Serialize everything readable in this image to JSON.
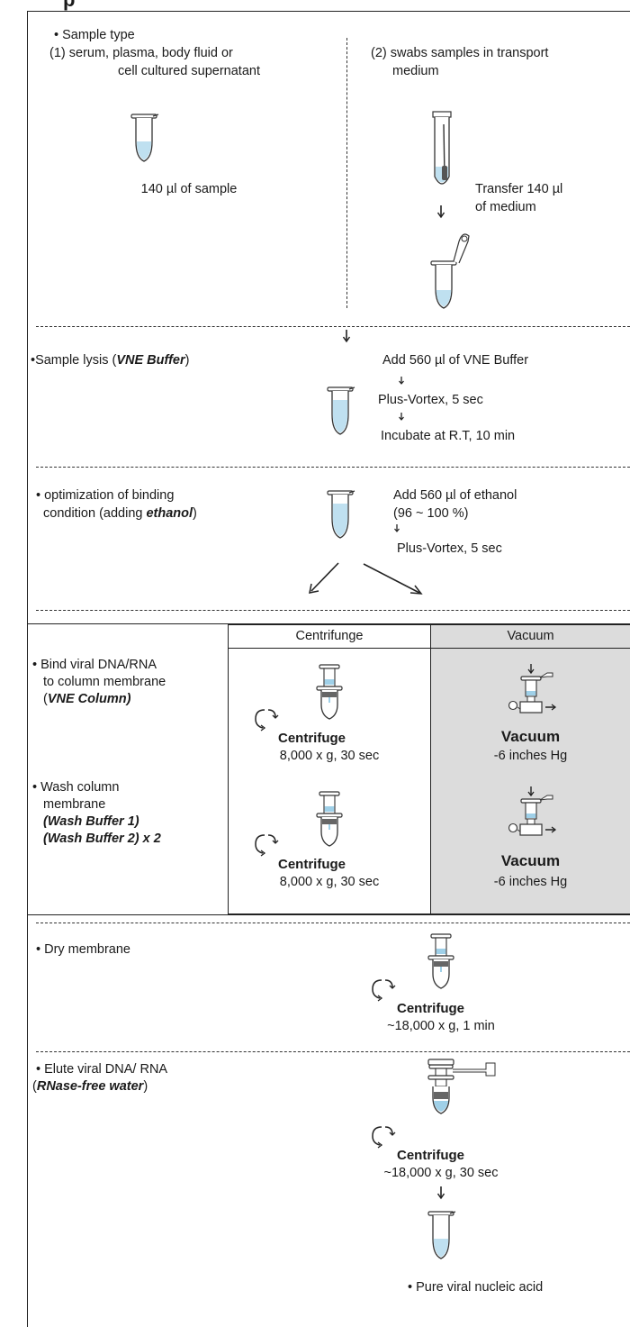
{
  "title_fragment": "p",
  "sample": {
    "heading": "• Sample type",
    "type1_line1": "(1) serum, plasma, body fluid or",
    "type1_line2": "cell cultured supernatant",
    "type1_amount": "140 µl of sample",
    "type2_line1": "(2) swabs samples in transport",
    "type2_line2": "medium",
    "transfer_line1": "Transfer 140 µl",
    "transfer_line2": "of medium"
  },
  "lysis": {
    "heading_prefix": "•Sample lysis (",
    "heading_bold": "VNE Buffer",
    "heading_suffix": ")",
    "step1": "Add 560 µl of VNE Buffer",
    "step2": "Plus-Vortex, 5 sec",
    "step3": "Incubate at R.T, 10 min"
  },
  "binding": {
    "heading_line1": "• optimization of binding",
    "heading_line2_prefix": "condition (adding ",
    "heading_line2_bold": "ethanol",
    "heading_line2_suffix": ")",
    "step1_line1": "Add 560 µl of ethanol",
    "step1_line2": "(96 ~ 100 %)",
    "step2": "Plus-Vortex, 5 sec"
  },
  "columns": {
    "centrifuge_header": "Centrifunge",
    "vacuum_header": "Vacuum"
  },
  "bind_step": {
    "label_line1": "• Bind viral DNA/RNA",
    "label_line2": "to column membrane",
    "label_line3_prefix": "(",
    "label_line3_bold": "VNE Column)",
    "centrifuge_label": "Centrifuge",
    "centrifuge_setting": "8,000 x g, 30 sec",
    "vacuum_label": "Vacuum",
    "vacuum_setting": "-6 inches Hg"
  },
  "wash_step": {
    "label_line1": "• Wash column",
    "label_line2": "membrane",
    "label_line3": "(Wash Buffer 1)",
    "label_line4": "(Wash Buffer 2) x 2",
    "centrifuge_label": "Centrifuge",
    "centrifuge_setting": "8,000 x g, 30 sec",
    "vacuum_label": "Vacuum",
    "vacuum_setting": "-6 inches Hg"
  },
  "dry_step": {
    "label": "• Dry membrane",
    "centrifuge_label": "Centrifuge",
    "setting": "~18,000 x g, 1 min"
  },
  "elute_step": {
    "label_line1": "• Elute viral DNA/ RNA",
    "label_line2_prefix": "(",
    "label_line2_bold": "RNase-free water",
    "label_line2_suffix": ")",
    "centrifuge_label": "Centrifuge",
    "setting": "~18,000 x g, 30 sec",
    "result": "• Pure viral nucleic acid"
  }
}
